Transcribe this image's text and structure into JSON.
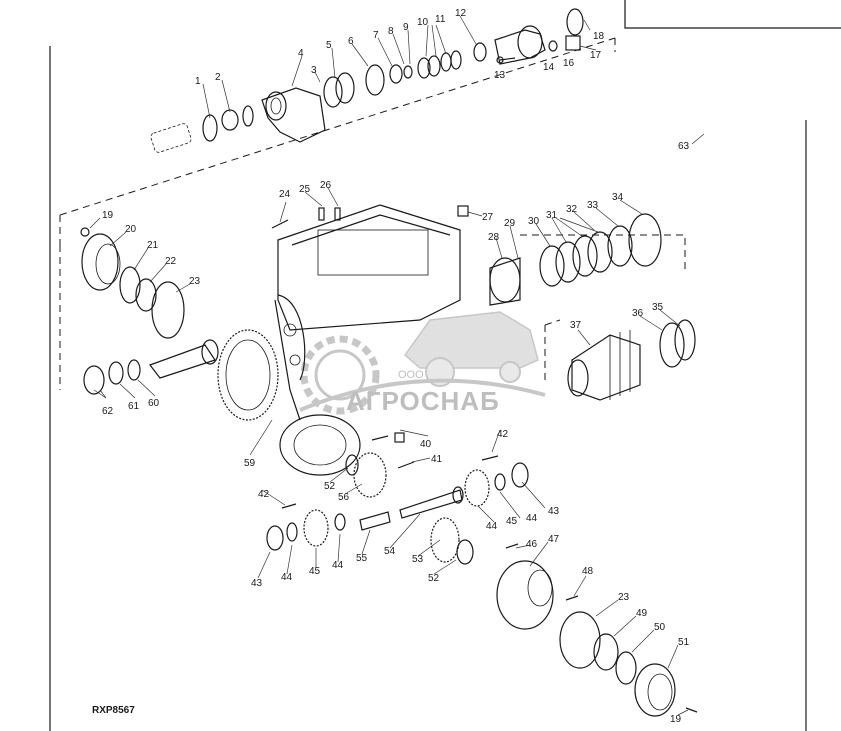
{
  "drawing_code": "RXP8567",
  "watermark": {
    "company_prefix": "ООО",
    "company_name": "АГРОСНАБ"
  },
  "callouts": [
    {
      "id": "c1",
      "label": "1"
    },
    {
      "id": "c2",
      "label": "2"
    },
    {
      "id": "c3",
      "label": "3"
    },
    {
      "id": "c4",
      "label": "4"
    },
    {
      "id": "c5",
      "label": "5"
    },
    {
      "id": "c6",
      "label": "6"
    },
    {
      "id": "c7",
      "label": "7"
    },
    {
      "id": "c8",
      "label": "8"
    },
    {
      "id": "c9",
      "label": "9"
    },
    {
      "id": "c10",
      "label": "10"
    },
    {
      "id": "c11",
      "label": "11"
    },
    {
      "id": "c12",
      "label": "12"
    },
    {
      "id": "c13",
      "label": "13"
    },
    {
      "id": "c14",
      "label": "14"
    },
    {
      "id": "c16",
      "label": "16"
    },
    {
      "id": "c17",
      "label": "17"
    },
    {
      "id": "c18",
      "label": "18"
    },
    {
      "id": "c19a",
      "label": "19"
    },
    {
      "id": "c20",
      "label": "20"
    },
    {
      "id": "c21",
      "label": "21"
    },
    {
      "id": "c22",
      "label": "22"
    },
    {
      "id": "c23a",
      "label": "23"
    },
    {
      "id": "c24",
      "label": "24"
    },
    {
      "id": "c25",
      "label": "25"
    },
    {
      "id": "c26",
      "label": "26"
    },
    {
      "id": "c27",
      "label": "27"
    },
    {
      "id": "c28",
      "label": "28"
    },
    {
      "id": "c29",
      "label": "29"
    },
    {
      "id": "c30",
      "label": "30"
    },
    {
      "id": "c31",
      "label": "31"
    },
    {
      "id": "c32",
      "label": "32"
    },
    {
      "id": "c33",
      "label": "33"
    },
    {
      "id": "c34",
      "label": "34"
    },
    {
      "id": "c35",
      "label": "35"
    },
    {
      "id": "c36",
      "label": "36"
    },
    {
      "id": "c37",
      "label": "37"
    },
    {
      "id": "c40",
      "label": "40"
    },
    {
      "id": "c41",
      "label": "41"
    },
    {
      "id": "c42a",
      "label": "42"
    },
    {
      "id": "c42b",
      "label": "42"
    },
    {
      "id": "c43a",
      "label": "43"
    },
    {
      "id": "c43b",
      "label": "43"
    },
    {
      "id": "c44a",
      "label": "44"
    },
    {
      "id": "c44b",
      "label": "44"
    },
    {
      "id": "c44c",
      "label": "44"
    },
    {
      "id": "c44d",
      "label": "44"
    },
    {
      "id": "c45a",
      "label": "45"
    },
    {
      "id": "c45b",
      "label": "45"
    },
    {
      "id": "c46",
      "label": "46"
    },
    {
      "id": "c47",
      "label": "47"
    },
    {
      "id": "c48",
      "label": "48"
    },
    {
      "id": "c23b",
      "label": "23"
    },
    {
      "id": "c49",
      "label": "49"
    },
    {
      "id": "c50",
      "label": "50"
    },
    {
      "id": "c51",
      "label": "51"
    },
    {
      "id": "c19b",
      "label": "19"
    },
    {
      "id": "c52a",
      "label": "52"
    },
    {
      "id": "c52b",
      "label": "52"
    },
    {
      "id": "c53",
      "label": "53"
    },
    {
      "id": "c54",
      "label": "54"
    },
    {
      "id": "c55",
      "label": "55"
    },
    {
      "id": "c56",
      "label": "56"
    },
    {
      "id": "c59",
      "label": "59"
    },
    {
      "id": "c60",
      "label": "60"
    },
    {
      "id": "c61",
      "label": "61"
    },
    {
      "id": "c62",
      "label": "62"
    },
    {
      "id": "c63",
      "label": "63"
    }
  ]
}
